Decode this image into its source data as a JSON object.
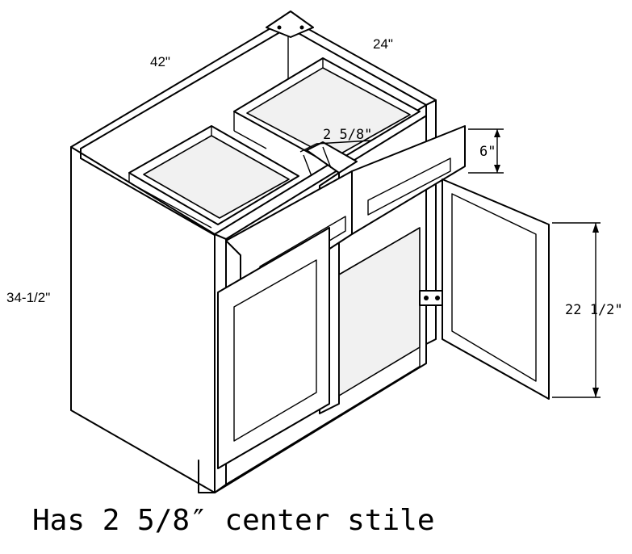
{
  "dimensions": {
    "width": "42\"",
    "depth": "24\"",
    "height": "34-1/2\"",
    "door_height": "22 1/2\"",
    "drawer_height": "6\"",
    "center_stile": "2 5/8\""
  },
  "caption": "Has 2 5/8″ center stile"
}
